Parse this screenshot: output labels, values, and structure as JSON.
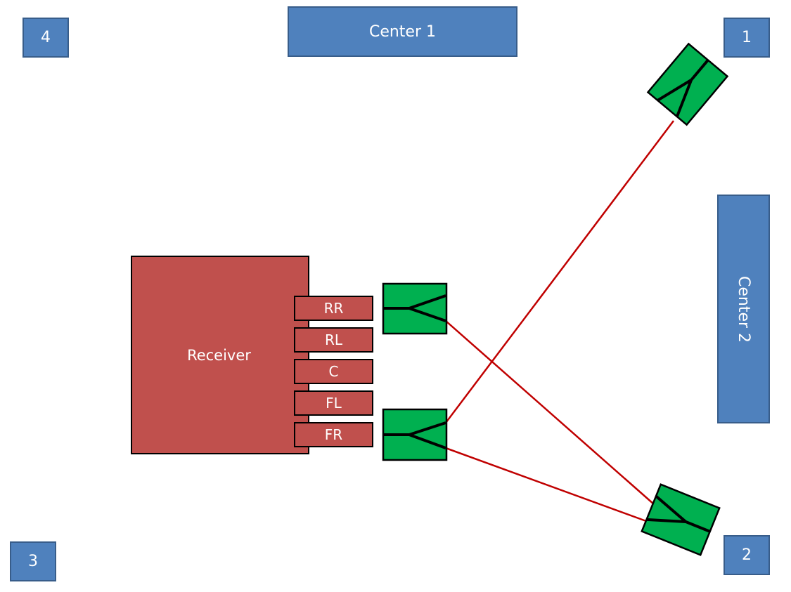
{
  "diagram": {
    "title": "Speaker wiring diagram",
    "blocks": {
      "center1": "Center 1",
      "center2": "Center 2",
      "corner1": "1",
      "corner2": "2",
      "corner3": "3",
      "corner4": "4"
    },
    "receiver": {
      "label": "Receiver",
      "ports": [
        "RR",
        "RL",
        "C",
        "FL",
        "FR"
      ]
    },
    "colors": {
      "block_fill": "#4f81bd",
      "receiver_fill": "#c0504d",
      "splitter_fill": "#00b050",
      "wire": "#c00000"
    }
  }
}
